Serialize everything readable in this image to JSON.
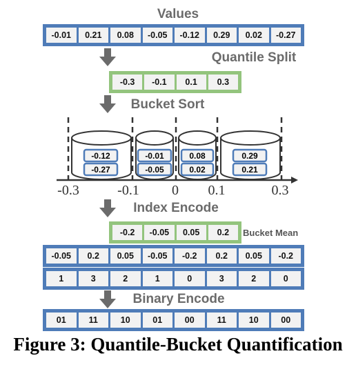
{
  "titles": {
    "values": "Values",
    "quantile_split": "Quantile Split",
    "bucket_sort": "Bucket Sort",
    "index_encode": "Index Encode",
    "binary_encode": "Binary Encode"
  },
  "values": [
    "-0.01",
    "0.21",
    "0.08",
    "-0.05",
    "-0.12",
    "0.29",
    "0.02",
    "-0.27"
  ],
  "quantiles": [
    "-0.3",
    "-0.1",
    "0.1",
    "0.3"
  ],
  "buckets": [
    {
      "items": [
        "-0.12",
        "-0.27"
      ]
    },
    {
      "items": [
        "-0.01",
        "-0.05"
      ]
    },
    {
      "items": [
        "0.08",
        "0.02"
      ]
    },
    {
      "items": [
        "0.29",
        "0.21"
      ]
    }
  ],
  "axis_ticks": [
    "-0.3",
    "-0.1",
    "0",
    "0.1",
    "0.3"
  ],
  "bucket_means": [
    "-0.2",
    "-0.05",
    "0.05",
    "0.2"
  ],
  "bucket_mean_label": "Bucket Mean",
  "dequantized": [
    "-0.05",
    "0.2",
    "0.05",
    "-0.05",
    "-0.2",
    "0.2",
    "0.05",
    "-0.2"
  ],
  "indices": [
    "1",
    "3",
    "2",
    "1",
    "0",
    "3",
    "2",
    "0"
  ],
  "binary": [
    "01",
    "11",
    "10",
    "01",
    "00",
    "11",
    "10",
    "00"
  ],
  "caption": "Figure 3: Quantile-Bucket Quantification",
  "colors": {
    "blue": "#4f7cb8",
    "green": "#93c47d",
    "arrow": "#6b6b6b",
    "title": "#6b6b6b"
  }
}
